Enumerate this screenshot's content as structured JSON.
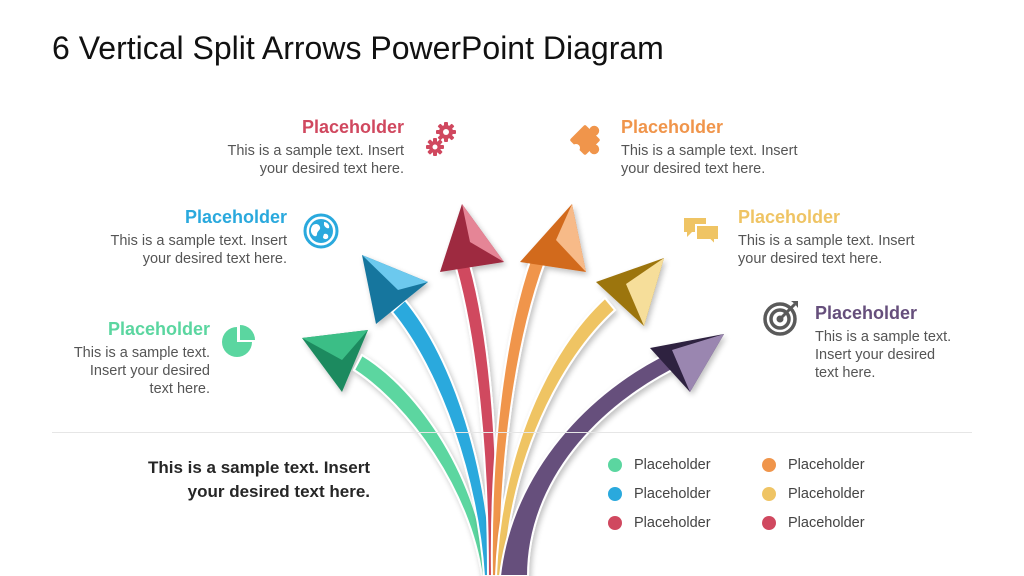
{
  "title": "6 Vertical Split Arrows PowerPoint Diagram",
  "colors": {
    "green": "#5BD6A0",
    "blue": "#2AA9DD",
    "red": "#D0485F",
    "orange": "#F0954B",
    "yellow": "#EFC464",
    "purple": "#664F7C"
  },
  "labels": [
    {
      "id": "green",
      "color": "#5BD6A0",
      "title": "Placeholder",
      "text": [
        "This is a sample text.",
        "Insert your desired",
        "text here."
      ],
      "icon": "pie-chart-icon"
    },
    {
      "id": "blue",
      "color": "#2AA9DD",
      "title": "Placeholder",
      "text": [
        "This is a sample text. Insert",
        "your desired text here."
      ],
      "icon": "globe-icon"
    },
    {
      "id": "red",
      "color": "#D0485F",
      "title": "Placeholder",
      "text": [
        "This is a sample text. Insert",
        "your desired text here."
      ],
      "icon": "gears-icon"
    },
    {
      "id": "orange",
      "color": "#F0954B",
      "title": "Placeholder",
      "text": [
        "This is a sample text. Insert",
        "your desired text here."
      ],
      "icon": "puzzle-icon"
    },
    {
      "id": "yellow",
      "color": "#EFC464",
      "title": "Placeholder",
      "text": [
        "This is a sample text. Insert",
        "your desired text here."
      ],
      "icon": "chat-bubbles-icon"
    },
    {
      "id": "purple",
      "color": "#664F7C",
      "title": "Placeholder",
      "text": [
        "This is a sample text.",
        "Insert your desired",
        "text here."
      ],
      "icon": "target-icon"
    }
  ],
  "summary": [
    "This is a sample text. Insert",
    "your desired text here."
  ],
  "legend": [
    {
      "label": "Placeholder",
      "color": "#5BD6A0"
    },
    {
      "label": "Placeholder",
      "color": "#2AA9DD"
    },
    {
      "label": "Placeholder",
      "color": "#D0485F"
    },
    {
      "label": "Placeholder",
      "color": "#F0954B"
    },
    {
      "label": "Placeholder",
      "color": "#EFC464"
    },
    {
      "label": "Placeholder",
      "color": "#D0485F"
    }
  ]
}
